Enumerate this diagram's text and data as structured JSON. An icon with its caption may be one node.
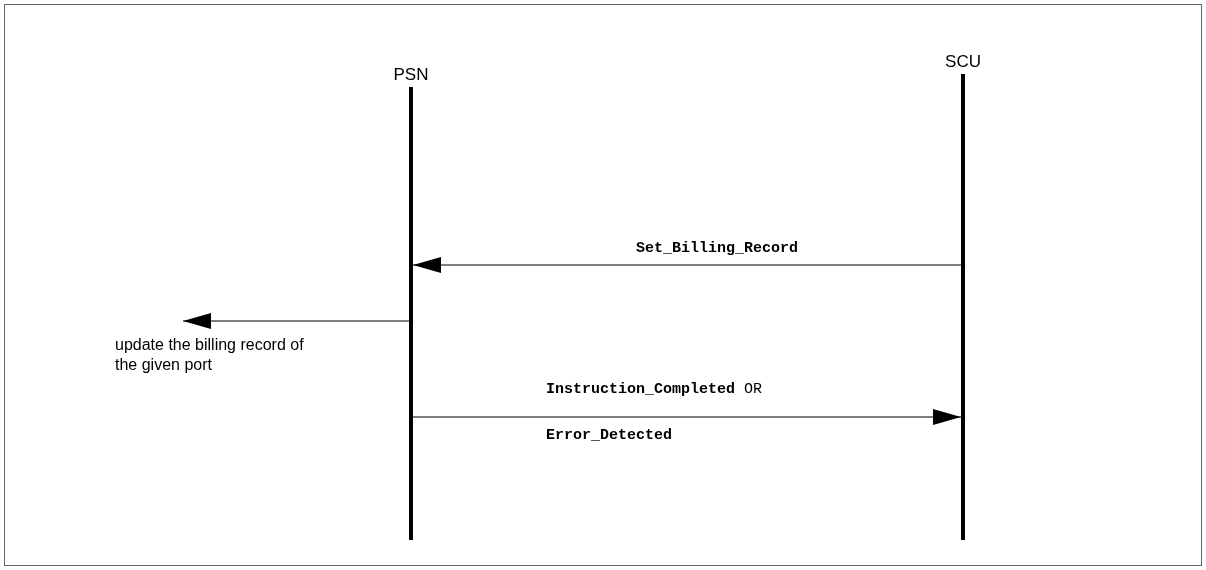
{
  "diagram": {
    "nodes": [
      {
        "text": [
          "PSN"
        ]
      },
      {
        "text": [
          "SCU"
        ]
      },
      {
        "text": [
          "update the billing record of the given port"
        ]
      }
    ],
    "edges": [
      {
        "from": 0,
        "to": 2,
        "arrow": "to"
      },
      {
        "from": 1,
        "to": 0,
        "arrow": "to",
        "label": "Set_Billing_Record"
      },
      {
        "from": 0,
        "to": 1,
        "arrow": "to",
        "label": "**Instruction_Completed** OR **Error_Detected**"
      }
    ]
  }
}
